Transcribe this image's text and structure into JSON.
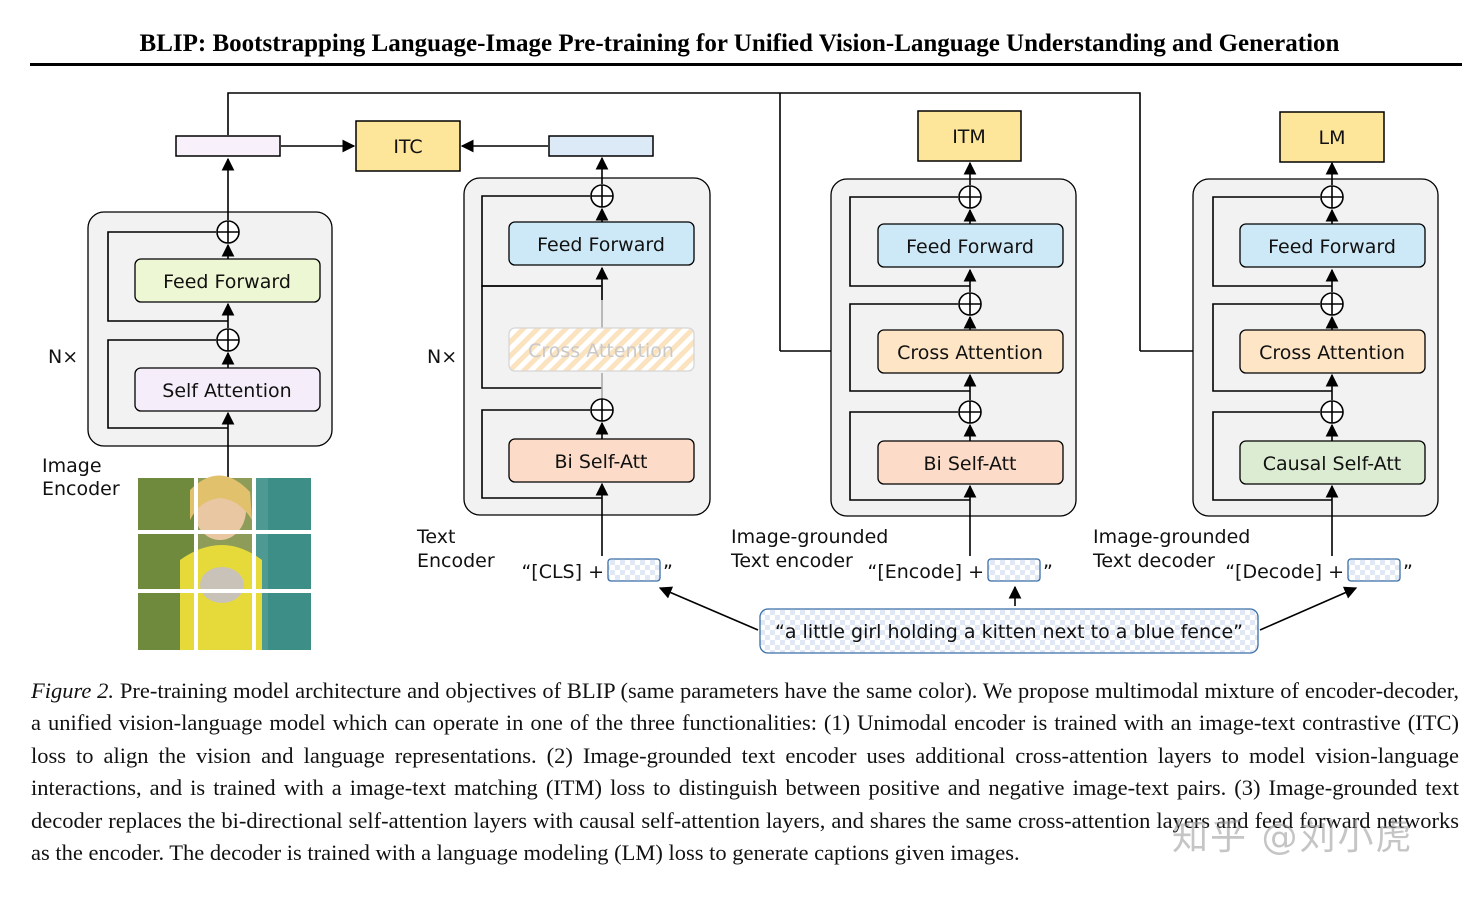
{
  "title": "BLIP: Bootstrapping Language-Image Pre-training for Unified Vision-Language Understanding and Generation",
  "figure": {
    "image_encoder": {
      "label_line1": "Image",
      "label_line2": "Encoder",
      "repeat": "N×",
      "blocks": [
        "Feed Forward",
        "Self Attention"
      ]
    },
    "itc_label": "ITC",
    "text_encoder": {
      "label_line1": "Text",
      "label_line2": "Encoder",
      "repeat": "N×",
      "blocks": [
        "Feed Forward",
        "Cross Attention",
        "Bi Self-Att"
      ],
      "input_prefix": "“[CLS] +",
      "input_suffix": "”"
    },
    "grounded_encoder": {
      "label_line1": "Image-grounded",
      "label_line2": "Text encoder",
      "head": "ITM",
      "blocks": [
        "Feed Forward",
        "Cross Attention",
        "Bi Self-Att"
      ],
      "input_prefix": "“[Encode] +",
      "input_suffix": "”"
    },
    "grounded_decoder": {
      "label_line1": "Image-grounded",
      "label_line2": "Text decoder",
      "head": "LM",
      "blocks": [
        "Feed Forward",
        "Cross Attention",
        "Causal Self-Att"
      ],
      "input_prefix": "“[Decode] +",
      "input_suffix": "”"
    },
    "caption_input": "“a little girl holding a kitten next to a blue fence”",
    "colors": {
      "feed_forward_image": "#eef7d4",
      "self_attention_image": "#f5eefa",
      "feed_forward_text": "#cde8f6",
      "cross_attention": "#fde5c6",
      "bi_self_att": "#fcdcc8",
      "causal_self_att": "#dcecd2",
      "head_box": "#fde59a",
      "image_feature": "#f8f0fb",
      "text_feature": "#dce9f7",
      "container": "#f2f2f2"
    }
  },
  "caption": {
    "figure_label": "Figure 2.",
    "text": "Pre-training model architecture and objectives of BLIP (same parameters have the same color). We propose multimodal mixture of encoder-decoder, a unified vision-language model which can operate in one of the three functionalities: (1) Unimodal encoder is trained with an image-text contrastive (ITC) loss to align the vision and language representations. (2) Image-grounded text encoder uses additional cross-attention layers to model vision-language interactions, and is trained with a image-text matching (ITM) loss to distinguish between positive and negative image-text pairs. (3) Image-grounded text decoder replaces the bi-directional self-attention layers with causal self-attention layers, and shares the same cross-attention layers and feed forward networks as the encoder. The decoder is trained with a language modeling (LM) loss to generate captions given images."
  },
  "watermark": "知乎 @刘小虎"
}
